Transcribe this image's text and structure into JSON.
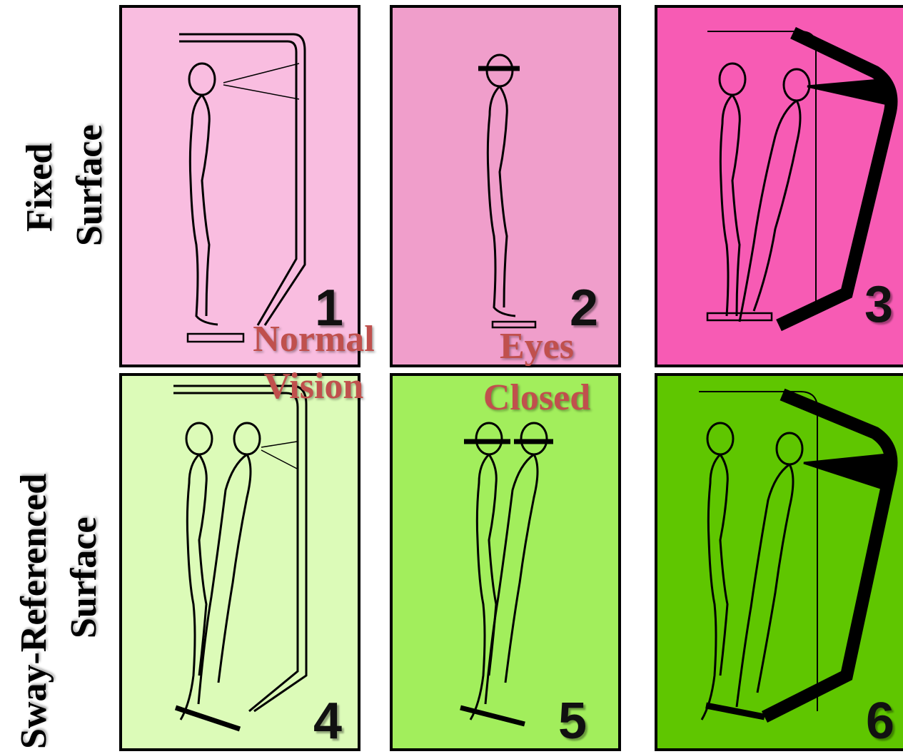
{
  "row_labels": {
    "fixed": {
      "line1": "Fixed",
      "line2": "Surface"
    },
    "sway": {
      "line1": "Sway-Referenced",
      "line2": "Surface"
    }
  },
  "conditions": [
    {
      "number": "1",
      "color": "#f9bde0"
    },
    {
      "number": "2",
      "color": "#f09ecb"
    },
    {
      "number": "3",
      "color": "#f75bb4"
    },
    {
      "number": "4",
      "color": "#dcfbb8"
    },
    {
      "number": "5",
      "color": "#a2ee5c"
    },
    {
      "number": "6",
      "color": "#5fc600"
    }
  ],
  "overlays": {
    "normal_vision": {
      "line1": "Normal",
      "line2": "Vision"
    },
    "eyes_closed": {
      "line1": "Eyes",
      "line2": "Closed"
    }
  }
}
